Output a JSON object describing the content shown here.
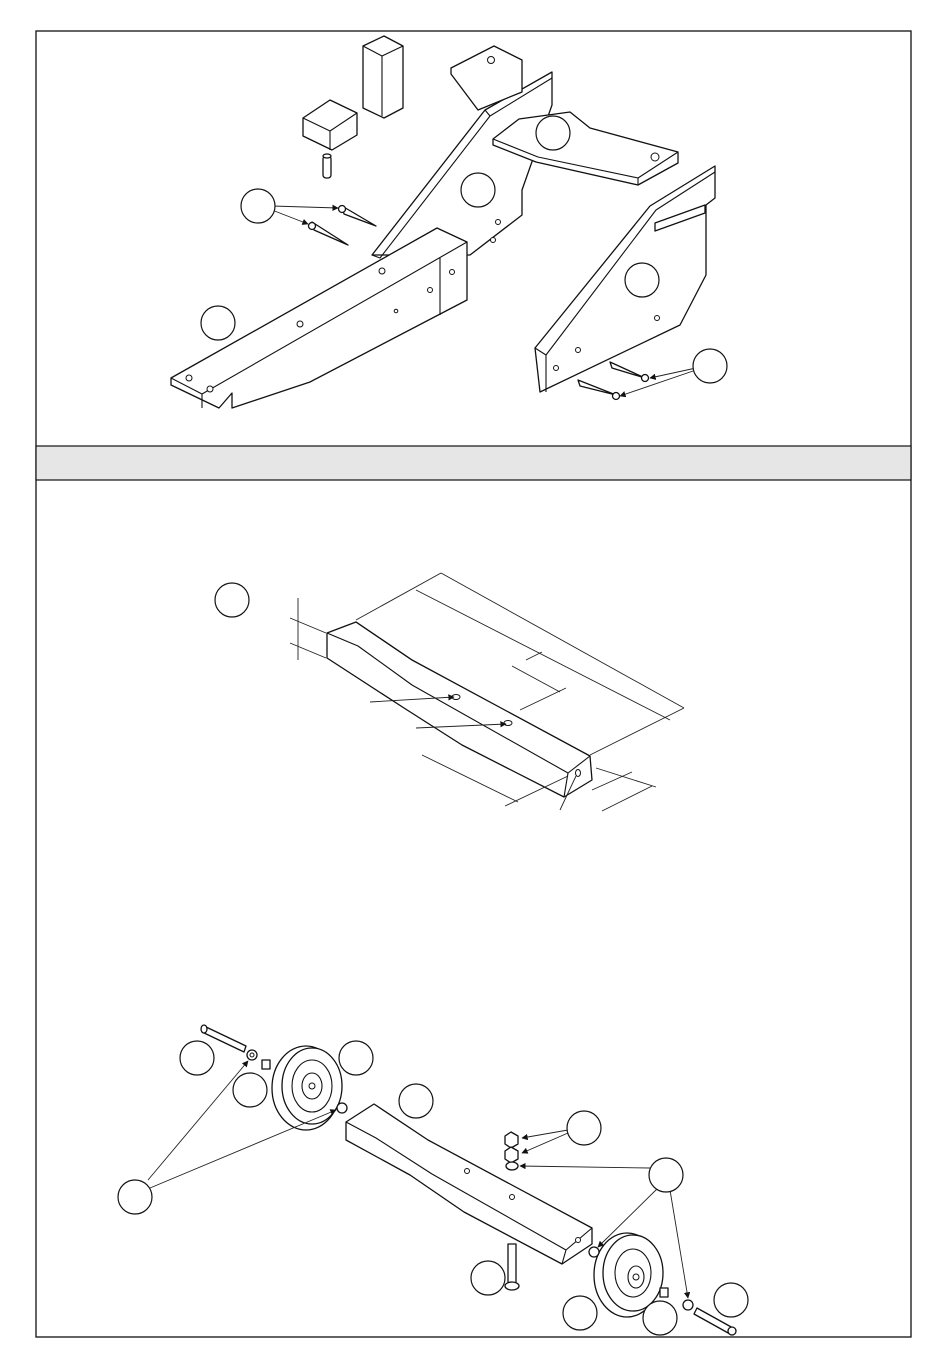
{
  "page": {
    "section_band_label": ""
  },
  "panels": [
    {
      "name": "frame-assembly-panel",
      "callouts": [
        "",
        "",
        "",
        "",
        "",
        ""
      ]
    },
    {
      "name": "axle-dimension-panel",
      "callouts": [
        ""
      ]
    },
    {
      "name": "wheel-assembly-panel",
      "callouts": [
        "",
        "",
        "",
        "",
        "",
        "",
        "",
        "",
        "",
        "",
        ""
      ]
    }
  ],
  "colors": {
    "line": "#111111",
    "band": "#e6e6e6",
    "background": "#ffffff"
  }
}
